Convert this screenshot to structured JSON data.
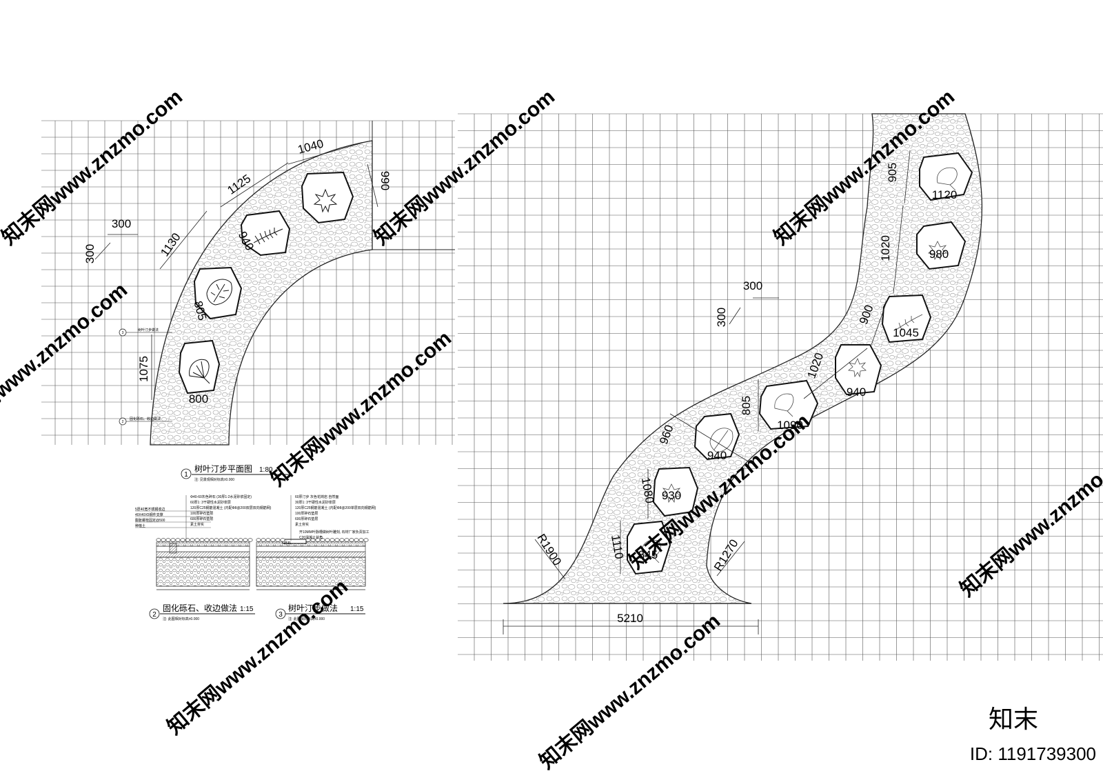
{
  "plan_left": {
    "dimensions": [
      "1040",
      "990",
      "1125",
      "300",
      "300",
      "1130",
      "940",
      "805",
      "1075",
      "800"
    ],
    "stone_labels": [],
    "callouts": [
      {
        "num": "3",
        "text": "树叶汀步做法"
      },
      {
        "num": "2",
        "text": "固化砾石、收边做法"
      }
    ]
  },
  "plan_right": {
    "dimensions": [
      "905",
      "1020",
      "300",
      "300",
      "900",
      "1020",
      "805",
      "960",
      "1080",
      "1110",
      "R1900",
      "R1270",
      "5210"
    ],
    "stone_labels": [
      "1120",
      "980",
      "1045",
      "940",
      "1090",
      "940",
      "930",
      "845"
    ]
  },
  "title_blocks": [
    {
      "num": "1",
      "title": "树叶汀步平面图",
      "scale": "1:80",
      "note": "注: 见景观相对标高±0.000"
    },
    {
      "num": "2",
      "title": "固化砾石、收边做法",
      "scale": "1:15",
      "note": "注: 此图相对标高±0.000"
    },
    {
      "num": "3",
      "title": "树叶汀步做法",
      "scale": "1:15",
      "note": "注: 此图相对标高±0.000"
    }
  ],
  "section_notes": {
    "detail2": [
      "5厚40宽不锈钢收边",
      "40X40X5钢件支撑",
      "膨胀螺栓固定@500",
      "种植土",
      "Φ40-60灰色碎石 (30厚1:2水泥砂浆固定)",
      "60厚1: 3干硬性水泥砂浆层",
      "120厚C25钢筋混凝土 (内配Φ8@200双层双向钢筋网)",
      "100厚碎石垫层",
      "600厚碎石垫层",
      "素土夯实"
    ],
    "detail3": [
      "60厚汀步 灰色花岗岩 自然面",
      "30厚1: 3干硬性水泥砂浆层",
      "120厚C25钢筋混凝土 (内配Φ8@200单层双向钢筋网)",
      "100厚碎石垫层",
      "600厚碎石垫层",
      "素土夯实",
      "开10MM叶脉槽做树叶雕刻, 石材厂家负责加工",
      "C20混凝土护角",
      "砾石"
    ]
  },
  "watermark": "知末网www.znzmo.com",
  "logo": "知末",
  "id_label": "ID: 1191739300"
}
